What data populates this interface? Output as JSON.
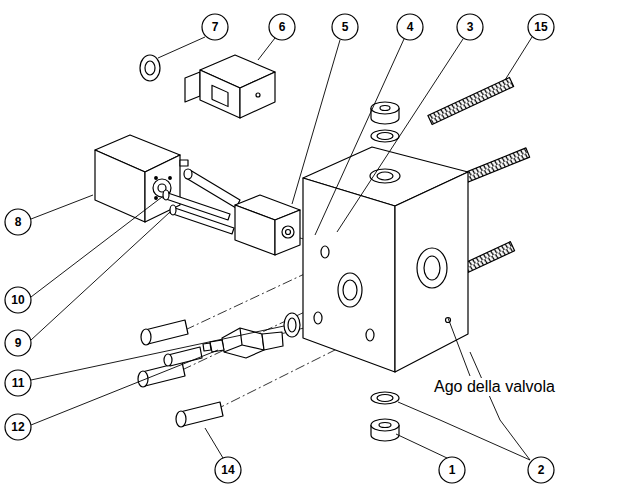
{
  "diagram": {
    "labels": [
      "7",
      "6",
      "5",
      "4",
      "3",
      "15",
      "8",
      "10",
      "9",
      "11",
      "12",
      "Ago della valvola",
      "14",
      "1",
      "2"
    ]
  }
}
